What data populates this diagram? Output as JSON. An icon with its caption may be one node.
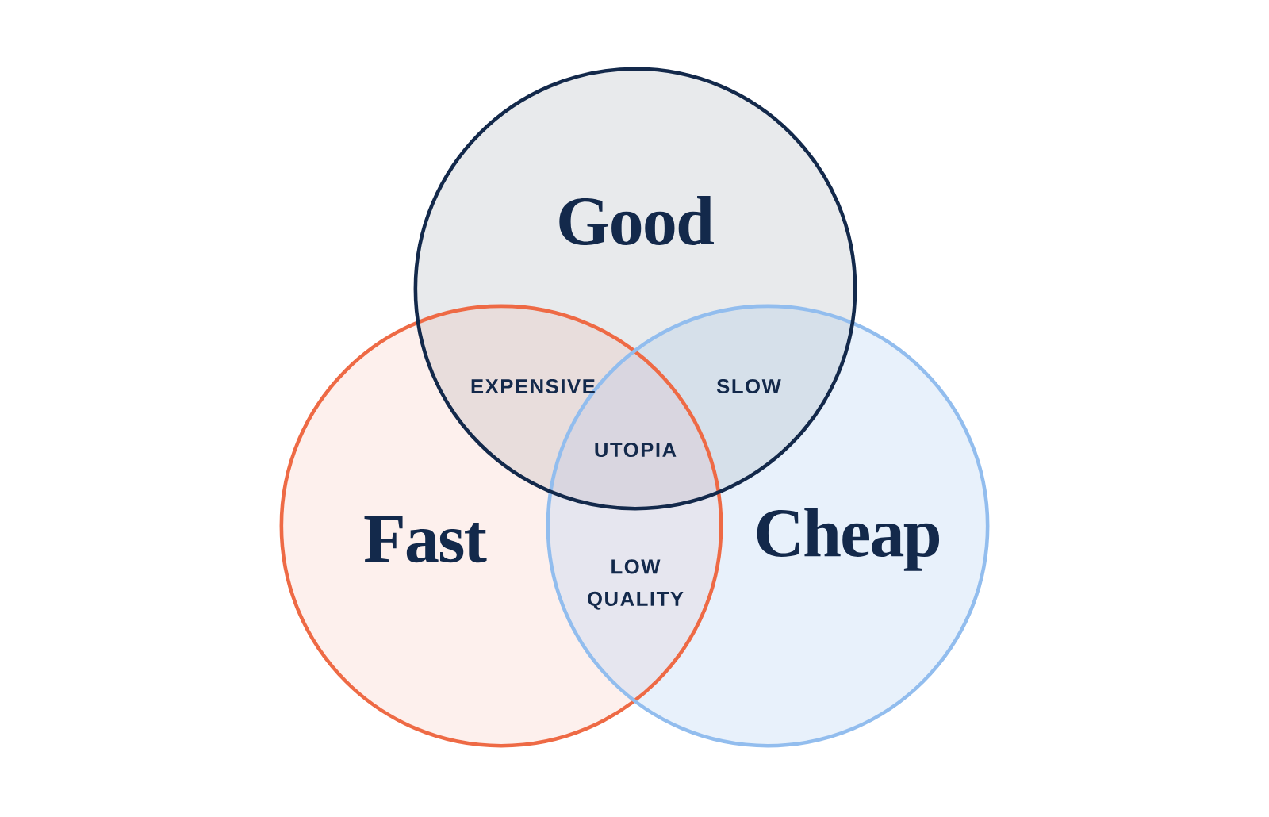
{
  "diagram": {
    "nodes": [
      {
        "text": [
          "Good"
        ]
      },
      {
        "text": [
          "Fast"
        ]
      },
      {
        "text": [
          "Cheap"
        ]
      }
    ],
    "labels": [
      "EXPENSIVE",
      "SLOW",
      "UTOPIA",
      "LOW QUALITY"
    ]
  }
}
